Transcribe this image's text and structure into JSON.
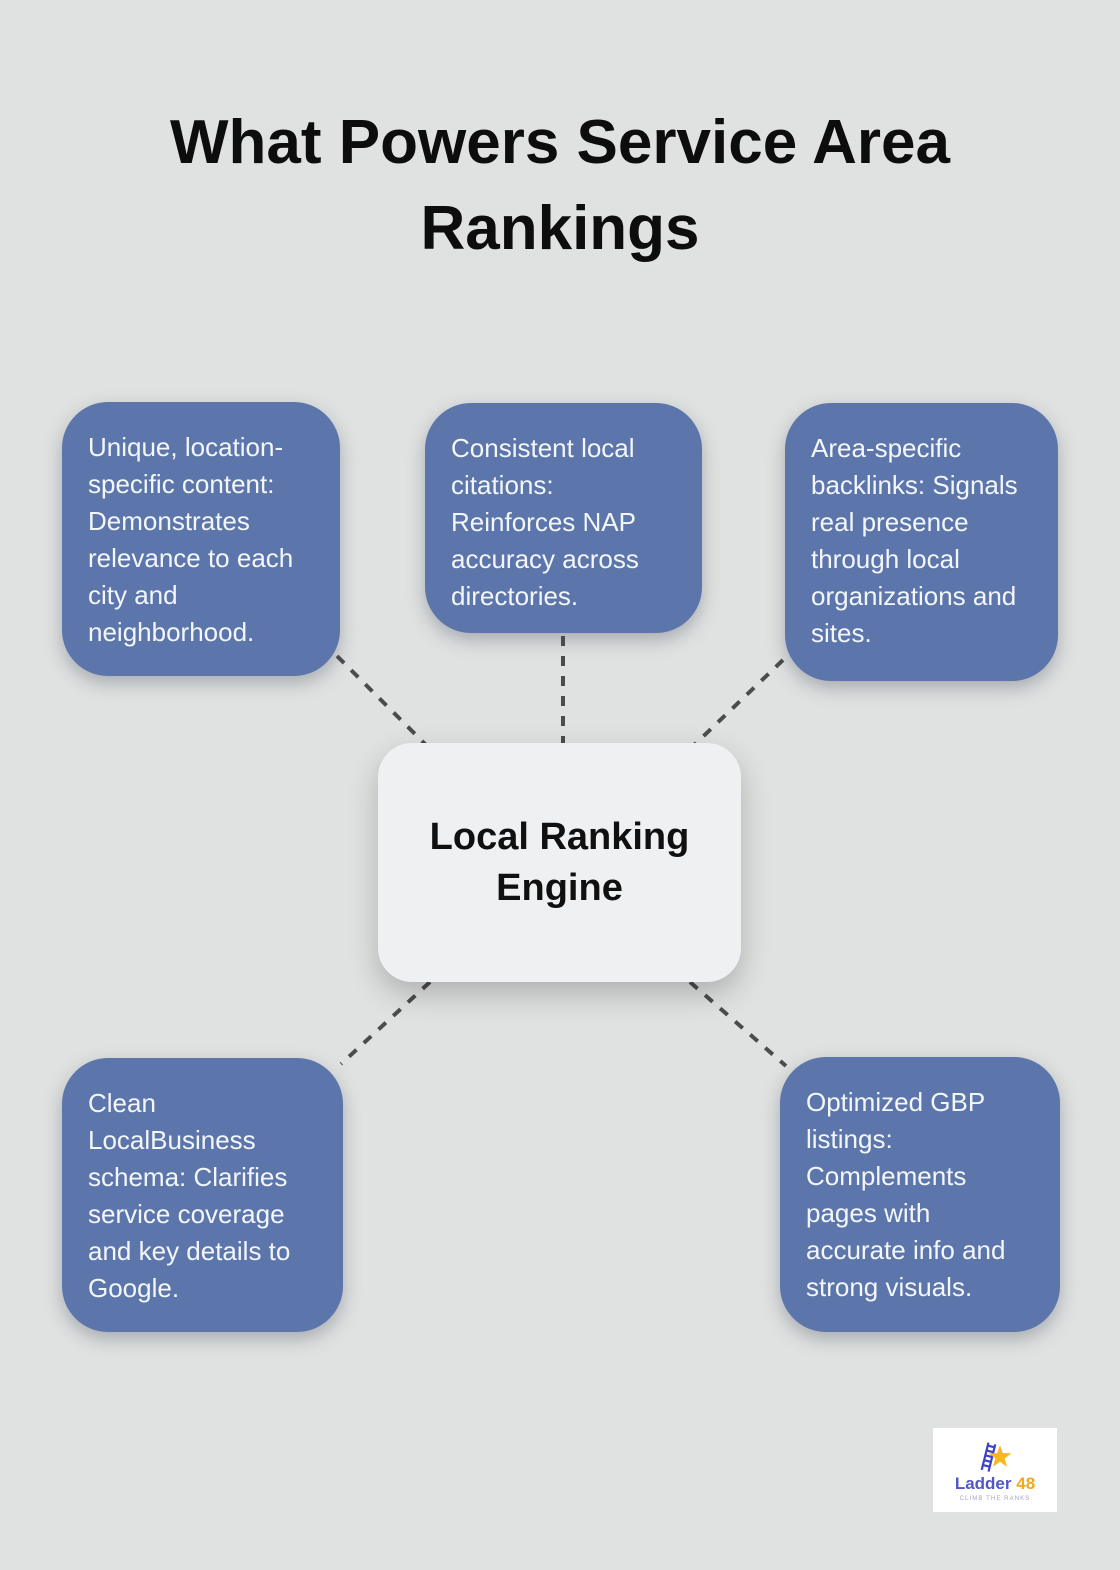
{
  "header": {
    "title": "What Powers Service Area Rankings"
  },
  "center": {
    "label": "Local Ranking Engine"
  },
  "factors": [
    {
      "name": "unique-content",
      "text": "Unique, location-specific content: Demonstrates relevance to each city and neighborhood."
    },
    {
      "name": "local-citations",
      "text": "Consistent local citations: Reinforces NAP accuracy across directories."
    },
    {
      "name": "area-backlinks",
      "text": "Area-specific backlinks: Signals real presence through local organizations and sites."
    },
    {
      "name": "localbusiness-schema",
      "text": "Clean LocalBusiness schema: Clarifies service coverage and key details to Google."
    },
    {
      "name": "gbp-listings",
      "text": "Optimized GBP listings: Complements pages with accurate info and strong visuals."
    }
  ],
  "logo": {
    "brand_name": "Ladder",
    "brand_number": "48",
    "tagline": "CLIMB THE RANKS",
    "icons": [
      "ladder-icon",
      "star-icon"
    ]
  },
  "colors": {
    "background": "#e0e2e1",
    "factor_card": "#5c76ac",
    "factor_text": "#f3f6fa",
    "center_card": "#eef0f2",
    "title_text": "#0d0d0d",
    "connector": "#4c4c4c",
    "brand_purple": "#5356c8",
    "brand_yellow": "#f3a71d",
    "tagline_gray": "#a0a4c4"
  }
}
